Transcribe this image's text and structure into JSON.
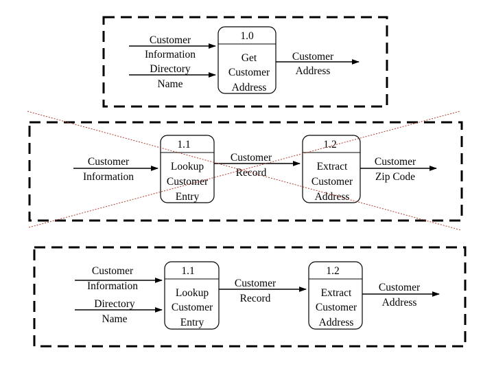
{
  "diagram_a": {
    "input_1": [
      "Customer",
      "Information"
    ],
    "input_2": [
      "Directory",
      "Name"
    ],
    "process": {
      "id": "1.0",
      "lines": [
        "Get",
        "Customer",
        "Address"
      ]
    },
    "output": [
      "Customer",
      "Address"
    ]
  },
  "diagram_b": {
    "input": [
      "Customer",
      "Information"
    ],
    "process_1": {
      "id": "1.1",
      "lines": [
        "Lookup",
        "Customer",
        "Entry"
      ]
    },
    "flow_middle": [
      "Customer",
      "Record"
    ],
    "process_2": {
      "id": "1.2",
      "lines": [
        "Extract",
        "Customer",
        "Address"
      ]
    },
    "output": [
      "Customer",
      "Zip Code"
    ],
    "crossed_out": true
  },
  "diagram_c": {
    "input_1": [
      "Customer",
      "Information"
    ],
    "input_2": [
      "Directory",
      "Name"
    ],
    "process_1": {
      "id": "1.1",
      "lines": [
        "Lookup",
        "Customer",
        "Entry"
      ]
    },
    "flow_middle": [
      "Customer",
      "Record"
    ],
    "process_2": {
      "id": "1.2",
      "lines": [
        "Extract",
        "Customer",
        "Address"
      ]
    },
    "output": [
      "Customer",
      "Address"
    ]
  },
  "colors": {
    "cross_lines": "#b03a2e",
    "ink": "#000000"
  }
}
